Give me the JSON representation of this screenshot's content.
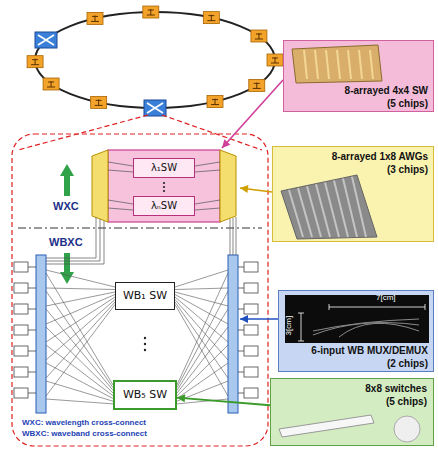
{
  "diagram": {
    "nodes": [
      {
        "text": [
          "8-arrayed 4x4 SW",
          "(5 chips)"
        ]
      },
      {
        "text": [
          "8-arrayed 1x8 AWGs",
          "(3 chips)"
        ]
      },
      {
        "text": [
          "6-input WB MUX/DEMUX",
          "(2 chips)"
        ]
      },
      {
        "text": [
          "8x8 switches",
          "(5 chips)"
        ]
      },
      {
        "text": [
          "λ₁SW"
        ]
      },
      {
        "text": [
          "λₙSW"
        ]
      },
      {
        "text": [
          "WB₁ SW"
        ]
      },
      {
        "text": [
          "WB₅ SW"
        ]
      }
    ],
    "edges": [
      {
        "from": 3,
        "to": 7,
        "arrow": "to"
      }
    ],
    "labels": [
      "WXC",
      "WBXC",
      "7[cm]",
      "3[cm]",
      "WXC: wavelength cross-connect",
      "WBXC: waveband cross-connect"
    ]
  }
}
